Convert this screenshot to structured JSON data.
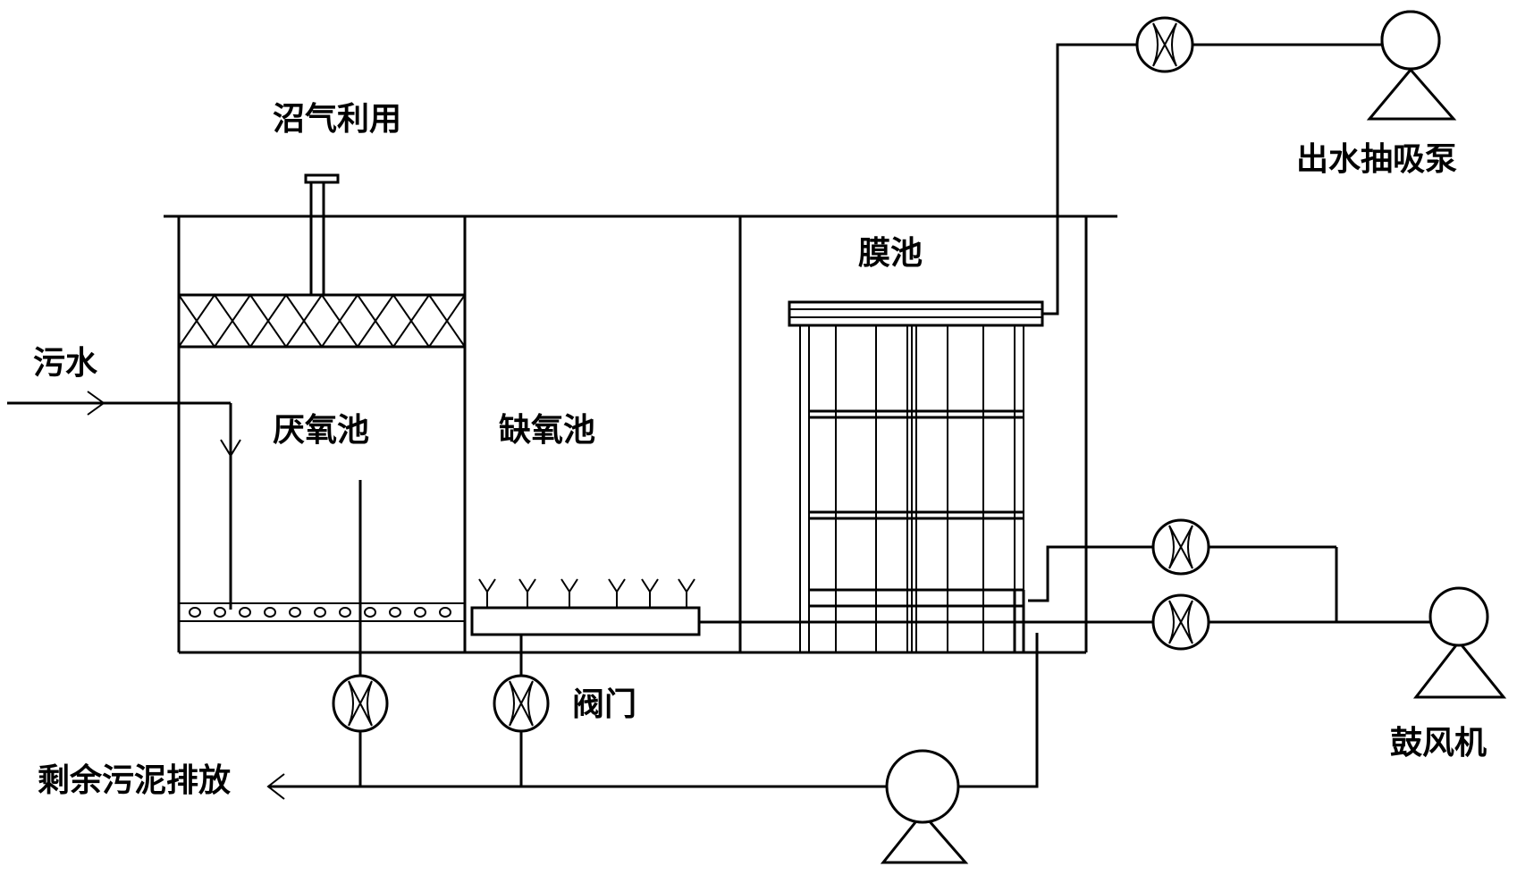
{
  "labels": {
    "biogas": "沼气利用",
    "effluent_pump": "出水抽吸泵",
    "membrane_tank": "膜池",
    "sewage": "污水",
    "anaerobic_tank": "厌氧池",
    "anoxic_tank": "缺氧池",
    "valve": "阀门",
    "blower": "鼓风机",
    "sludge_discharge": "剩余污泥排放"
  },
  "colors": {
    "line": "#000000",
    "background": "#ffffff"
  }
}
